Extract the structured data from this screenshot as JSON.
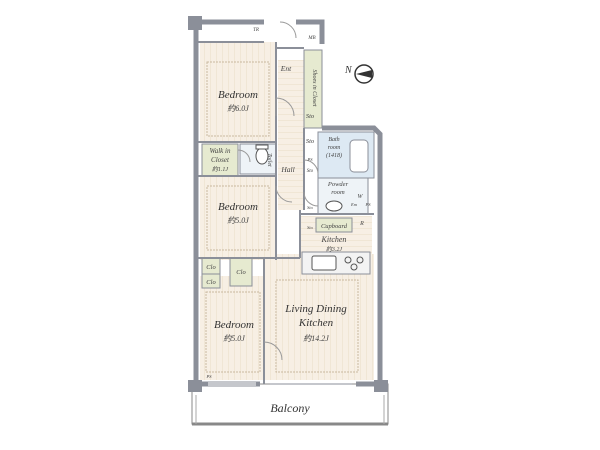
{
  "compass_letter": "N",
  "rooms": {
    "bedroom1": {
      "name": "Bedroom",
      "size": "約6.0J"
    },
    "bedroom2": {
      "name": "Bedroom",
      "size": "約5.0J"
    },
    "bedroom3": {
      "name": "Bedroom",
      "size": "約5.0J"
    },
    "ldk": {
      "name_line1": "Living Dining",
      "name_line2": "Kitchen",
      "size": "約14.2J"
    },
    "kitchen": {
      "name": "Kitchen",
      "size": "約3.2J"
    },
    "walk_in": {
      "line1": "Walk in",
      "line2": "Closet",
      "size": "約1.1J"
    },
    "bath": {
      "line1": "Bath",
      "line2": "room",
      "line3": "(1418)"
    },
    "powder": {
      "line1": "Powder",
      "line2": "room"
    },
    "balcony": "Balcony",
    "hall": "Hall",
    "entrance": "Ent",
    "toilet": "Toilet",
    "shoes_closet": "Shoes in Closet",
    "cupboard": "Cupboard"
  },
  "labels": {
    "sto1": "Sto",
    "sto2": "Sto",
    "sto3": "Sto",
    "clo1": "Clo",
    "clo2": "Clo",
    "clo3": "Clo",
    "ps1": "PS",
    "ps2": "PS",
    "ps3": "PS",
    "mb": "MB",
    "tr": "TR",
    "w": "W",
    "r": "R",
    "em": "Em",
    "sto_small1": "Sto",
    "sto_small2": "Sto"
  },
  "colors": {
    "wall": "#8b8f99",
    "floor_wood": "#f7efe4",
    "floor_lines": "#e8d9c3",
    "wet_area": "#dde9f3",
    "closet": "#e6ead0",
    "inner_border": "#c9b8a0"
  }
}
